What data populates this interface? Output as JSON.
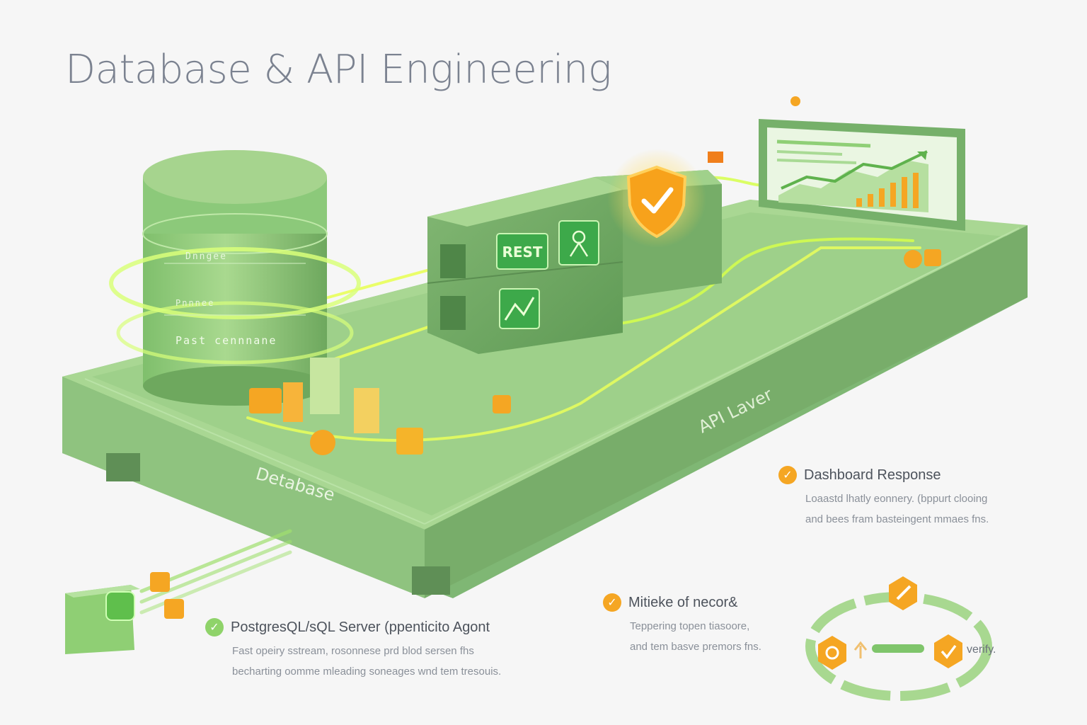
{
  "title": "Database & API Engineering",
  "database": {
    "label": "Detabase",
    "rows": [
      "Dnngee",
      "Pnnnee",
      "Past cennnane"
    ]
  },
  "api": {
    "label": "API Laver",
    "rest_label": "REST"
  },
  "callouts": {
    "postgres": {
      "title": "PostgresQL/sQL Server (ppenticito Agont",
      "lines": [
        "Fast opeiry sstream, rosonnese prd blod sersen fhs",
        "becharting oomme mleading soneages wnd tem tresouis."
      ]
    },
    "dashboard": {
      "title": "Dashboard Response",
      "lines": [
        "Loaastd lhatly eonnery. (bppurt clooing",
        "and bees fram basteingent mmaes fns."
      ]
    },
    "middle": {
      "title": "Mitieke of necor&",
      "lines": [
        "Teppering topen tiasoore,",
        "and tem basve premors fns."
      ]
    }
  },
  "cycle": {
    "verify_label": "verify."
  },
  "colors": {
    "green_main": "#8cc97a",
    "green_dark": "#6fae63",
    "green_light": "#b6e0a4",
    "accent_orange": "#f5a623",
    "glow_yellow": "#e9ff5a",
    "title_gray": "#7b8290"
  }
}
